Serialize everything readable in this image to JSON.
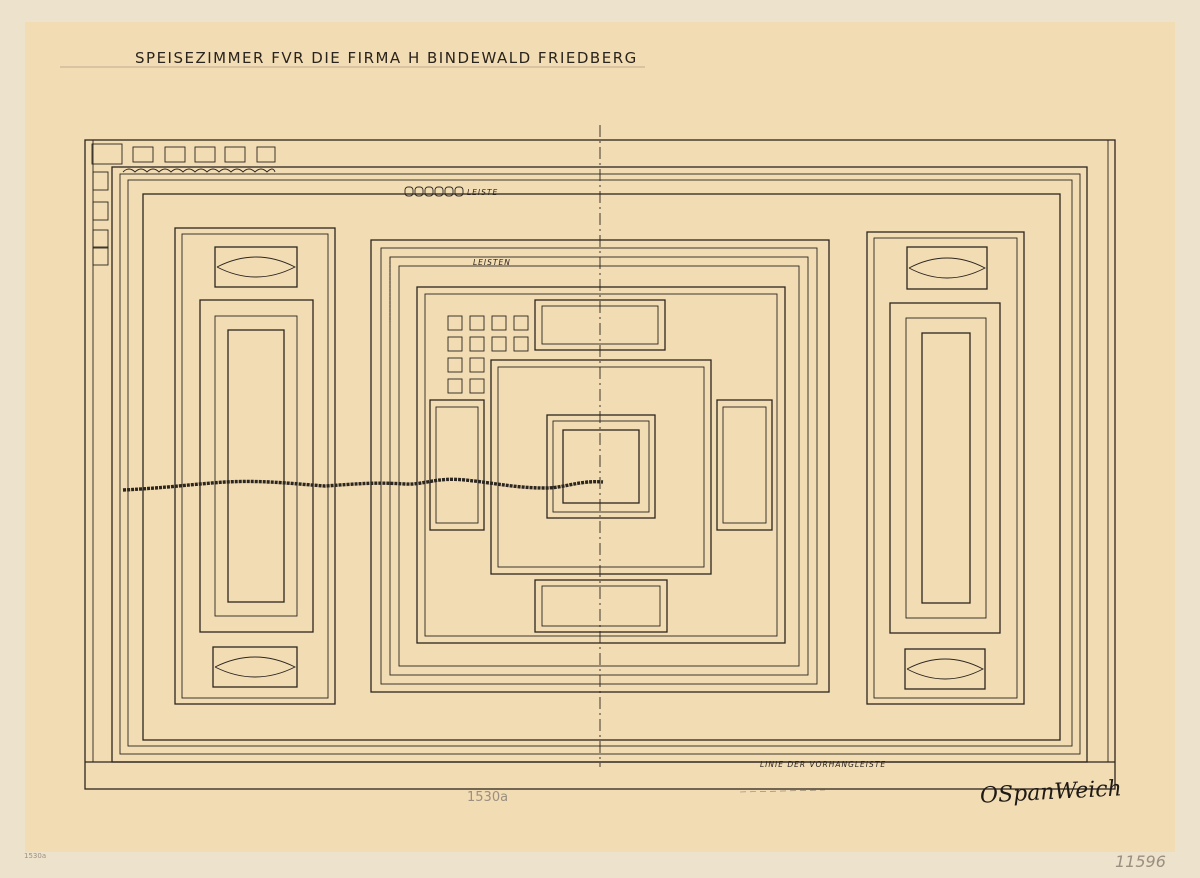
{
  "drawing": {
    "title": "SPEISEZIMMER FVR DIE FIRMA H BINDEWALD FRIEDBERG",
    "labels": {
      "leiste": "LEISTE",
      "leisten": "LEISTEN",
      "curtain_line": "LINIE DER VORHANGLEISTE"
    },
    "pencil_notes": {
      "inventory_center": "1530a",
      "inventory_corner_left": "1530a",
      "catalog_number": "11596"
    },
    "signature": "OSpanWeich"
  },
  "colors": {
    "paper": "#f2dcb3",
    "background": "#ede3cc",
    "ink": "#2c2620",
    "pencil": "#9a8f80"
  }
}
